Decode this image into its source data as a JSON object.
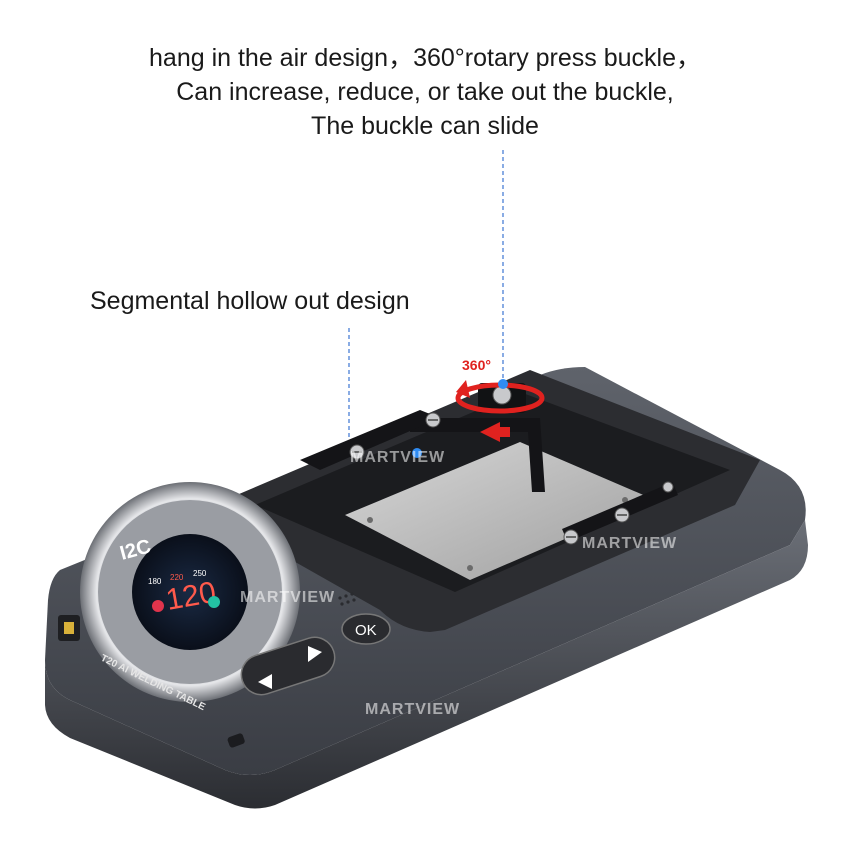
{
  "captions": {
    "line1": "hang in the air design，360°rotary press buckle，",
    "line2": "Can increase, reduce, or take out the buckle,",
    "line3": "The buckle can slide",
    "segment_label": "Segmental hollow out design",
    "rotation_label": "360°"
  },
  "device": {
    "logo": "I2C",
    "model_text": "T20 AI WELDING TABLE",
    "ok_button": "OK",
    "display_value": "120",
    "display_small_values": [
      "180",
      "220",
      "250"
    ]
  },
  "watermark": "MARTVIEW",
  "colors": {
    "body": "#4a4e57",
    "callout_line": "#4a7fd6",
    "arrow_red": "#e0221f",
    "plate": "#b8b8b8"
  }
}
